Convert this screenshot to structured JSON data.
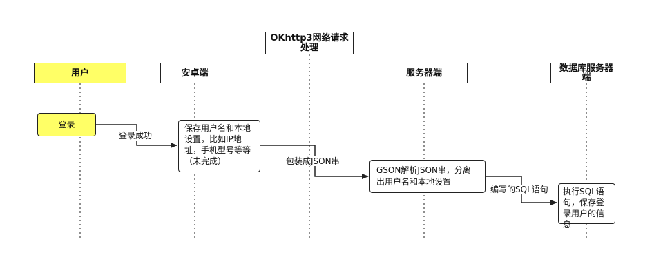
{
  "lanes": [
    {
      "id": "user",
      "label": "用户"
    },
    {
      "id": "android",
      "label": "安卓端"
    },
    {
      "id": "okhttp",
      "label": "OKhttp3网络请求处理"
    },
    {
      "id": "server",
      "label": "服务器端"
    },
    {
      "id": "db",
      "label": "数据库服务器端"
    }
  ],
  "steps": [
    {
      "id": "login",
      "label": "登录"
    },
    {
      "id": "save_local",
      "label": "保存用户名和本地设置，比如IP地址，手机型号等等（未完成）"
    },
    {
      "id": "gson_parse",
      "label": "GSON解析JSON串，分离出用户名和本地设置"
    },
    {
      "id": "exec_sql",
      "label": "执行SQL语句，保存登录用户的信息"
    }
  ],
  "edges": [
    {
      "id": "e1",
      "label": "登录成功"
    },
    {
      "id": "e2",
      "label": "包装成JSON串"
    },
    {
      "id": "e3",
      "label": "编写的SQL语句"
    }
  ],
  "colors": {
    "highlight": "#ffff66",
    "line": "#222222",
    "lifeline": "#444444"
  }
}
